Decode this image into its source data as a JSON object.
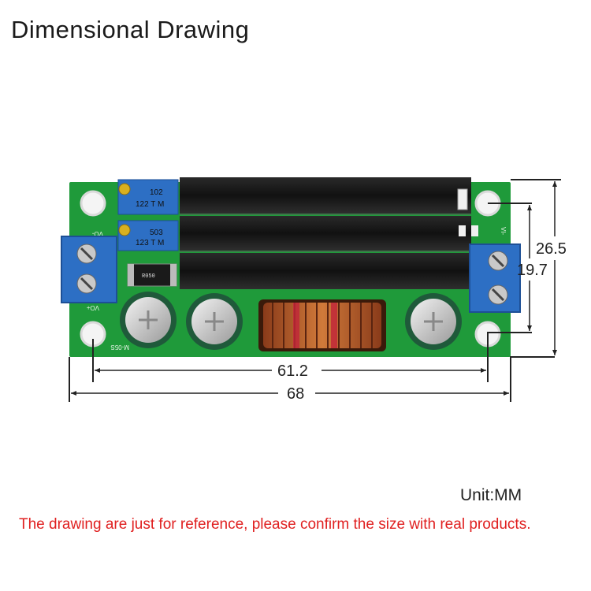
{
  "title": "Dimensional Drawing",
  "unit_label": "Unit:MM",
  "note": "The drawing are just for reference, please confirm the size with real products.",
  "dimensions": {
    "hole_spacing_width": "61.2",
    "board_width": "68",
    "board_height": "26.5",
    "hole_spacing_height": "19.7"
  },
  "board": {
    "silk_output": "VO-",
    "silk_input": "VI-",
    "silk_out_plus": "VO+",
    "silk_model": "M-05S",
    "pot1_code": "102",
    "pot1_sub": "122 T M",
    "pot2_code": "503",
    "pot2_sub": "123 T M",
    "resistor_code": "R050"
  },
  "colors": {
    "pcb": "#1f9a3a",
    "heatsink": "#1b1b1b",
    "terminal": "#2d6fc4",
    "dimension_line": "#222222",
    "note_text": "#e02020"
  }
}
